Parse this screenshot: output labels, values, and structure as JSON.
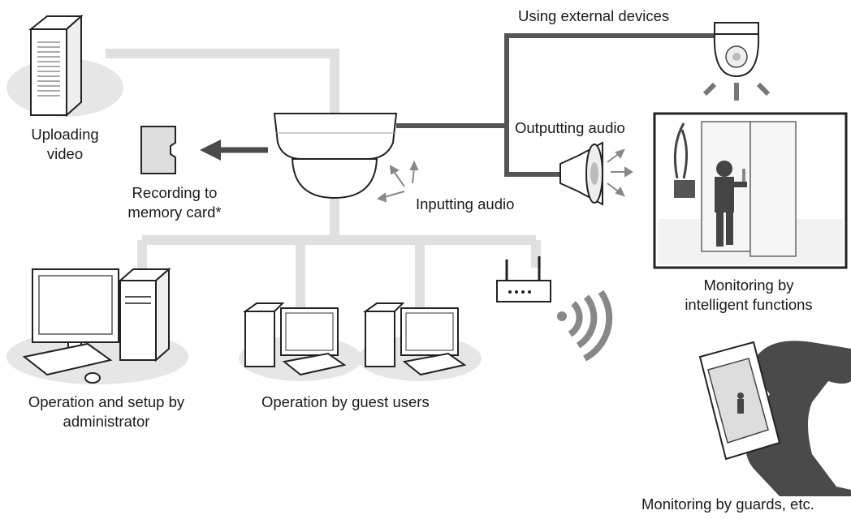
{
  "labels": {
    "external_devices": "Using external devices",
    "outputting_audio": "Outputting audio",
    "inputting_audio": "Inputting audio",
    "uploading": [
      "Uploading",
      "video"
    ],
    "recording": [
      "Recording to",
      "memory card*"
    ],
    "intelligent": [
      "Monitoring by",
      "intelligent functions"
    ],
    "administrator": [
      "Operation and setup by",
      "administrator"
    ],
    "guest_users": "Operation by guest users",
    "guards": "Monitoring by guards, etc."
  },
  "colors": {
    "network_line": "#e0e0e0",
    "device_line": "#555555",
    "arrow": "#4a4a4a",
    "device_fill": "#ffffff",
    "device_stroke": "#222222",
    "shadow": "#e6e6e6",
    "silhouette": "#4a4a4a"
  }
}
